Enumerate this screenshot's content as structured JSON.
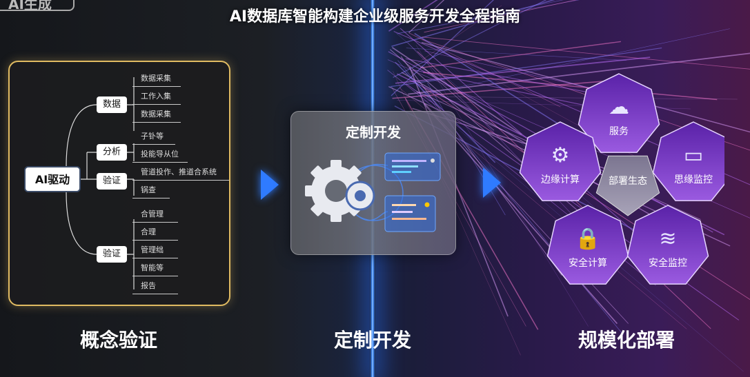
{
  "badge": "AI生成",
  "title": "AI数据库智能构建企业级服务开发全程指南",
  "mindmap": {
    "root": "AI驱动",
    "branches": [
      {
        "label": "数据",
        "leaves": [
          "数据采集",
          "工作入集",
          "数据采集"
        ]
      },
      {
        "label": "分析",
        "leaves": [
          "子钋等",
          "投能导从位"
        ]
      },
      {
        "label": "验证",
        "leaves": [
          "管道投作、推道合系统",
          "锅查"
        ]
      },
      {
        "label": "验证",
        "leaves": [
          "合管理",
          "合理",
          "管理绌",
          "智能等",
          "报告"
        ]
      }
    ]
  },
  "card": {
    "title": "定制开发"
  },
  "hexes": {
    "center": "部署生态",
    "items": [
      {
        "label": "服务",
        "icon": "cloud-sun-icon"
      },
      {
        "label": "边缘计算",
        "icon": "gear-chip-icon"
      },
      {
        "label": "思缘监控",
        "icon": "browser-window-icon"
      },
      {
        "label": "安全计算",
        "icon": "lock-bag-icon"
      },
      {
        "label": "安全监控",
        "icon": "layers-icon"
      }
    ]
  },
  "stages": [
    "概念验证",
    "定制开发",
    "规模化部署"
  ],
  "colors": {
    "gold": "#e0bb62",
    "blue": "#2f7bff",
    "purple": "#7a3fd0"
  }
}
